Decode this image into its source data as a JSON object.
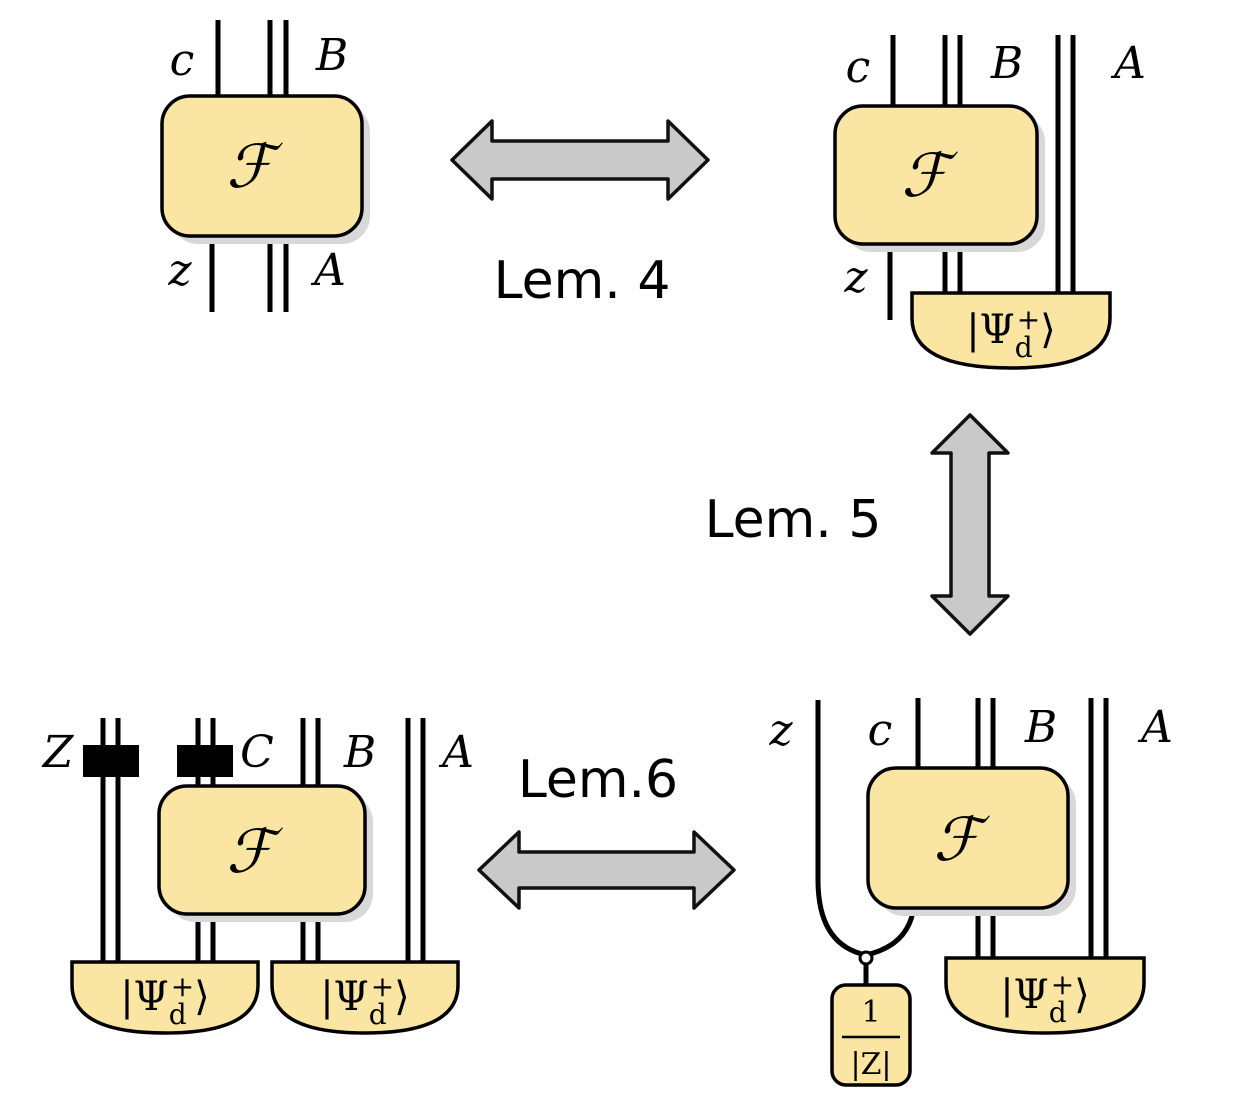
{
  "labels": {
    "tl_c": "c",
    "tl_B": "B",
    "tl_z": "z",
    "tl_A": "A",
    "tl_F": "ℱ",
    "tr_c": "c",
    "tr_B": "B",
    "tr_A": "A",
    "tr_z": "z",
    "tr_F": "ℱ",
    "br_z": "z",
    "br_c": "c",
    "br_B": "B",
    "br_A": "A",
    "br_F": "ℱ",
    "bl_Z": "Z",
    "bl_C": "C",
    "bl_B": "B",
    "bl_A": "A",
    "bl_F": "ℱ"
  },
  "ket": {
    "open": "|Ψ",
    "sub": "d",
    "sup": "+",
    "close": "⟩"
  },
  "fraction": {
    "numerator": "1",
    "denominator": "|Z|"
  },
  "lemmas": {
    "lem4": "Lem. 4",
    "lem5": "Lem. 5",
    "lem6": "Lem.6"
  }
}
